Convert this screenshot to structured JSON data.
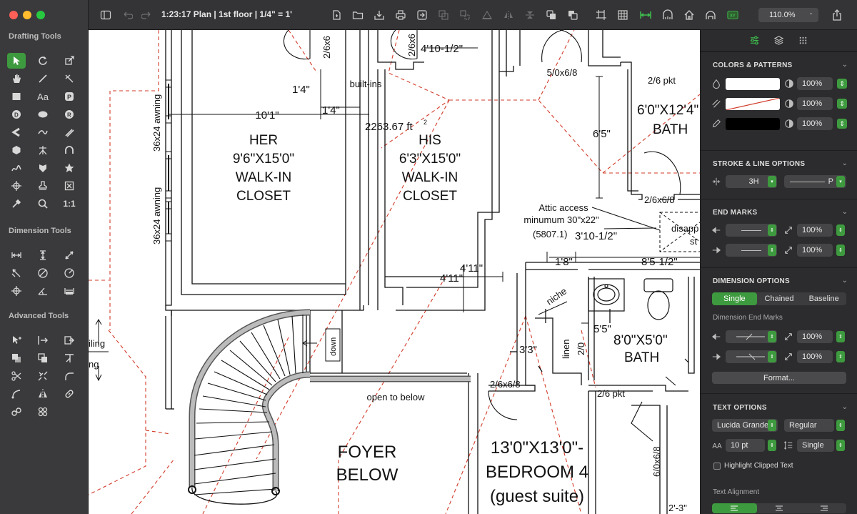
{
  "window": {
    "title": "1:23:17 Plan | 1st floor | 1/4\" = 1'",
    "zoom": "110.0%"
  },
  "sidebar": {
    "drafting_title": "Drafting Tools",
    "dimension_title": "Dimension Tools",
    "advanced_title": "Advanced Tools",
    "text_tool_label": "Aa",
    "scale_tool_label": "1:1",
    "drafting_tools": [
      "select-arrow",
      "rotate",
      "resize",
      "pan-hand",
      "line",
      "angle-line",
      "rectangle",
      "text",
      "point-marker",
      "circle",
      "ellipse",
      "radius-marker",
      "polyline",
      "curve",
      "wall",
      "hexagon",
      "cross-axes",
      "arc",
      "freehand",
      "shield",
      "star",
      "target-point",
      "stamp",
      "box-cross",
      "eyedropper",
      "zoom-magnifier",
      "actual-size"
    ],
    "dimension_tools": [
      "horizontal-dimension",
      "vertical-dimension",
      "aligned-dimension",
      "angled-dimension",
      "circle-dimension",
      "radial-dimension",
      "crosshair-dimension",
      "angle-dimension",
      "area-dimension"
    ],
    "advanced_tools": [
      "pointer-plus",
      "join",
      "extend",
      "combine",
      "offset",
      "trim-fork",
      "scissors",
      "break",
      "fillet",
      "curve-tool",
      "mirror",
      "chain-link",
      "link-circles",
      "pattern-circles"
    ]
  },
  "toolbar": {
    "icons": [
      "sidebar-toggle",
      "undo",
      "redo",
      "title",
      "share-doc",
      "folder",
      "import",
      "print",
      "export-frame",
      "group",
      "ungroup",
      "flip-horizontal",
      "flip-vertical",
      "align",
      "arrange-front",
      "arrange-back",
      "grid",
      "dimension-toggle",
      "ruler",
      "house-plan",
      "roof",
      "xy-coordinates",
      "share"
    ]
  },
  "plan": {
    "labels": {
      "her_room": "HER",
      "her_size": "9'6\"X15'0\"",
      "walk_in": "WALK-IN",
      "closet": "CLOSET",
      "his_room": "HIS",
      "his_size": "6'3\"X15'0\"",
      "built_ins": "built-ins",
      "area": "2263.67 ft",
      "area_sup": "2",
      "dim_10_1": "10'1\"",
      "dim_1_4a": "1'4\"",
      "dim_1_4b": "1'4\"",
      "dim_4_10": "4'10-1/2\"",
      "door_2_6_a": "2/6x6",
      "door_2_6_b": "2/6x6",
      "awning_1": "36x24 awning",
      "awning_2": "36x24 awning",
      "door_5_0": "5/0x6/8",
      "door_2_6_pkt_a": "2/6 pkt",
      "bath1_size": "6'0\"X12'4\"",
      "bath1": "BATH",
      "dim_6_5": "6'5\"",
      "door_2_6_6_8_a": "2/6x6/8",
      "attic_1": "Attic access",
      "attic_2": "minumum 30\"x22\"",
      "attic_3": "(5807.1)",
      "dim_3_10": "3'10-1/2\"",
      "disappearing": "disapp",
      "stair_partial": "st",
      "dim_1_8": "1'8\"",
      "dim_8_5": "8'5-1/2\"",
      "dim_4_11a": "4'11\"",
      "dim_4_11b": "4'11\"",
      "niche": "niche",
      "dim_5_5": "5'5\"",
      "bath2_size": "8'0\"X5'0\"",
      "bath2": "BATH",
      "linen": "linen",
      "linen_size": "2/0",
      "dim_3_3": "3'3\"",
      "door_2_6_6_8_b": "2/6x6/8",
      "door_2_6_pkt_b": "2/6 pkt",
      "down": "down",
      "open_below": "open to below",
      "ceiling": "iling",
      "ceiling2": "ng",
      "foyer": "FOYER",
      "below": "BELOW",
      "bed_size": "13'0\"X13'0\"-",
      "bedroom": "BEDROOM 4",
      "guest": "(guest suite)",
      "door_6_0": "6/0x6/8",
      "dim_2_bottom": "2'-3\""
    }
  },
  "inspector": {
    "tabs": [
      "sliders",
      "layers",
      "grid-view"
    ],
    "colors_title": "COLORS & PATTERNS",
    "fill_opacity": "100%",
    "stroke_opacity": "100%",
    "pen_opacity": "100%",
    "stroke_title": "STROKE & LINE OPTIONS",
    "stroke_width": "3H",
    "stroke_pattern": "P",
    "end_marks_title": "END MARKS",
    "end_start_size": "100%",
    "end_finish_size": "100%",
    "dimension_title": "DIMENSION OPTIONS",
    "dim_modes": [
      "Single",
      "Chained",
      "Baseline"
    ],
    "dim_mode_selected": "Single",
    "dim_end_marks_label": "Dimension End Marks",
    "dim_start_size": "100%",
    "dim_finish_size": "100%",
    "format_button": "Format...",
    "text_title": "TEXT OPTIONS",
    "font_family": "Lucida Grande",
    "font_style": "Regular",
    "font_size": "10 pt",
    "line_spacing": "Single",
    "highlight_clipped": "Highlight Clipped Text",
    "text_alignment": "Text Alignment",
    "colors": {
      "accent": "#3e9a3e",
      "fill_swatch": "#ffffff",
      "pen_swatch": "#000000",
      "hatch_red": "#d23b2a"
    }
  }
}
